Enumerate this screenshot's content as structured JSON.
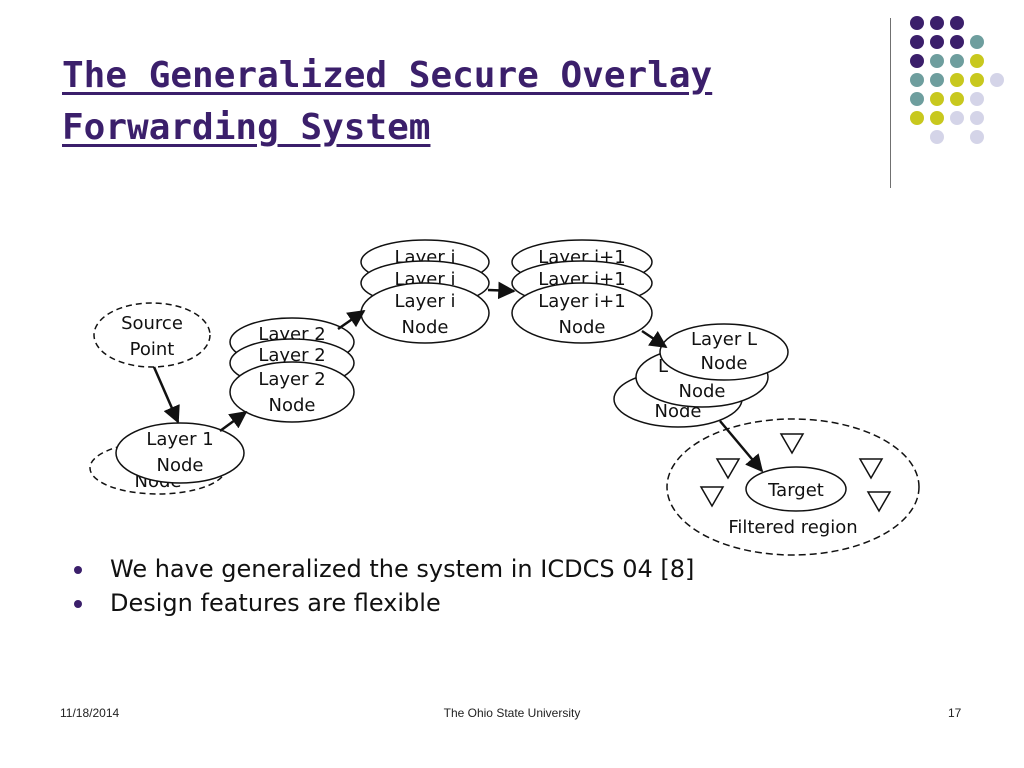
{
  "slide": {
    "title_lines": [
      "The Generalized Secure Overlay",
      "Forwarding System"
    ],
    "bullets": [
      "We have generalized the system in ICDCS 04 [8]",
      "Design features are flexible"
    ],
    "footer": {
      "date": "11/18/2014",
      "organization": "The Ohio State University",
      "page": "17"
    }
  },
  "diagram": {
    "source": {
      "line1": "Source",
      "line2": "Point"
    },
    "layer1": {
      "line1": "Layer 1",
      "line2": "Node",
      "back": "Node"
    },
    "layer2": {
      "line1": "Layer 2",
      "line2": "Node",
      "back1": "Layer 2",
      "back2": "Layer 2"
    },
    "layeri": {
      "line1": "Layer i",
      "line2": "Node",
      "back1": "Layer i",
      "back2": "Layer i"
    },
    "layerip1": {
      "line1": "Layer i+1",
      "line2": "Node",
      "back1": "Layer i+1",
      "back2": "Layer i+1"
    },
    "layerL": {
      "line1": "Layer L",
      "line2": "Node",
      "back1": "L",
      "back1b": "Node",
      "back2": "Node"
    },
    "target": "Target",
    "region": "Filtered region"
  },
  "colors": {
    "title": "#3b1f6b",
    "purple": "#3b1f6b",
    "teal": "#6e9e9e",
    "yellow": "#c8c81e",
    "lavender": "#d4d4e8"
  }
}
